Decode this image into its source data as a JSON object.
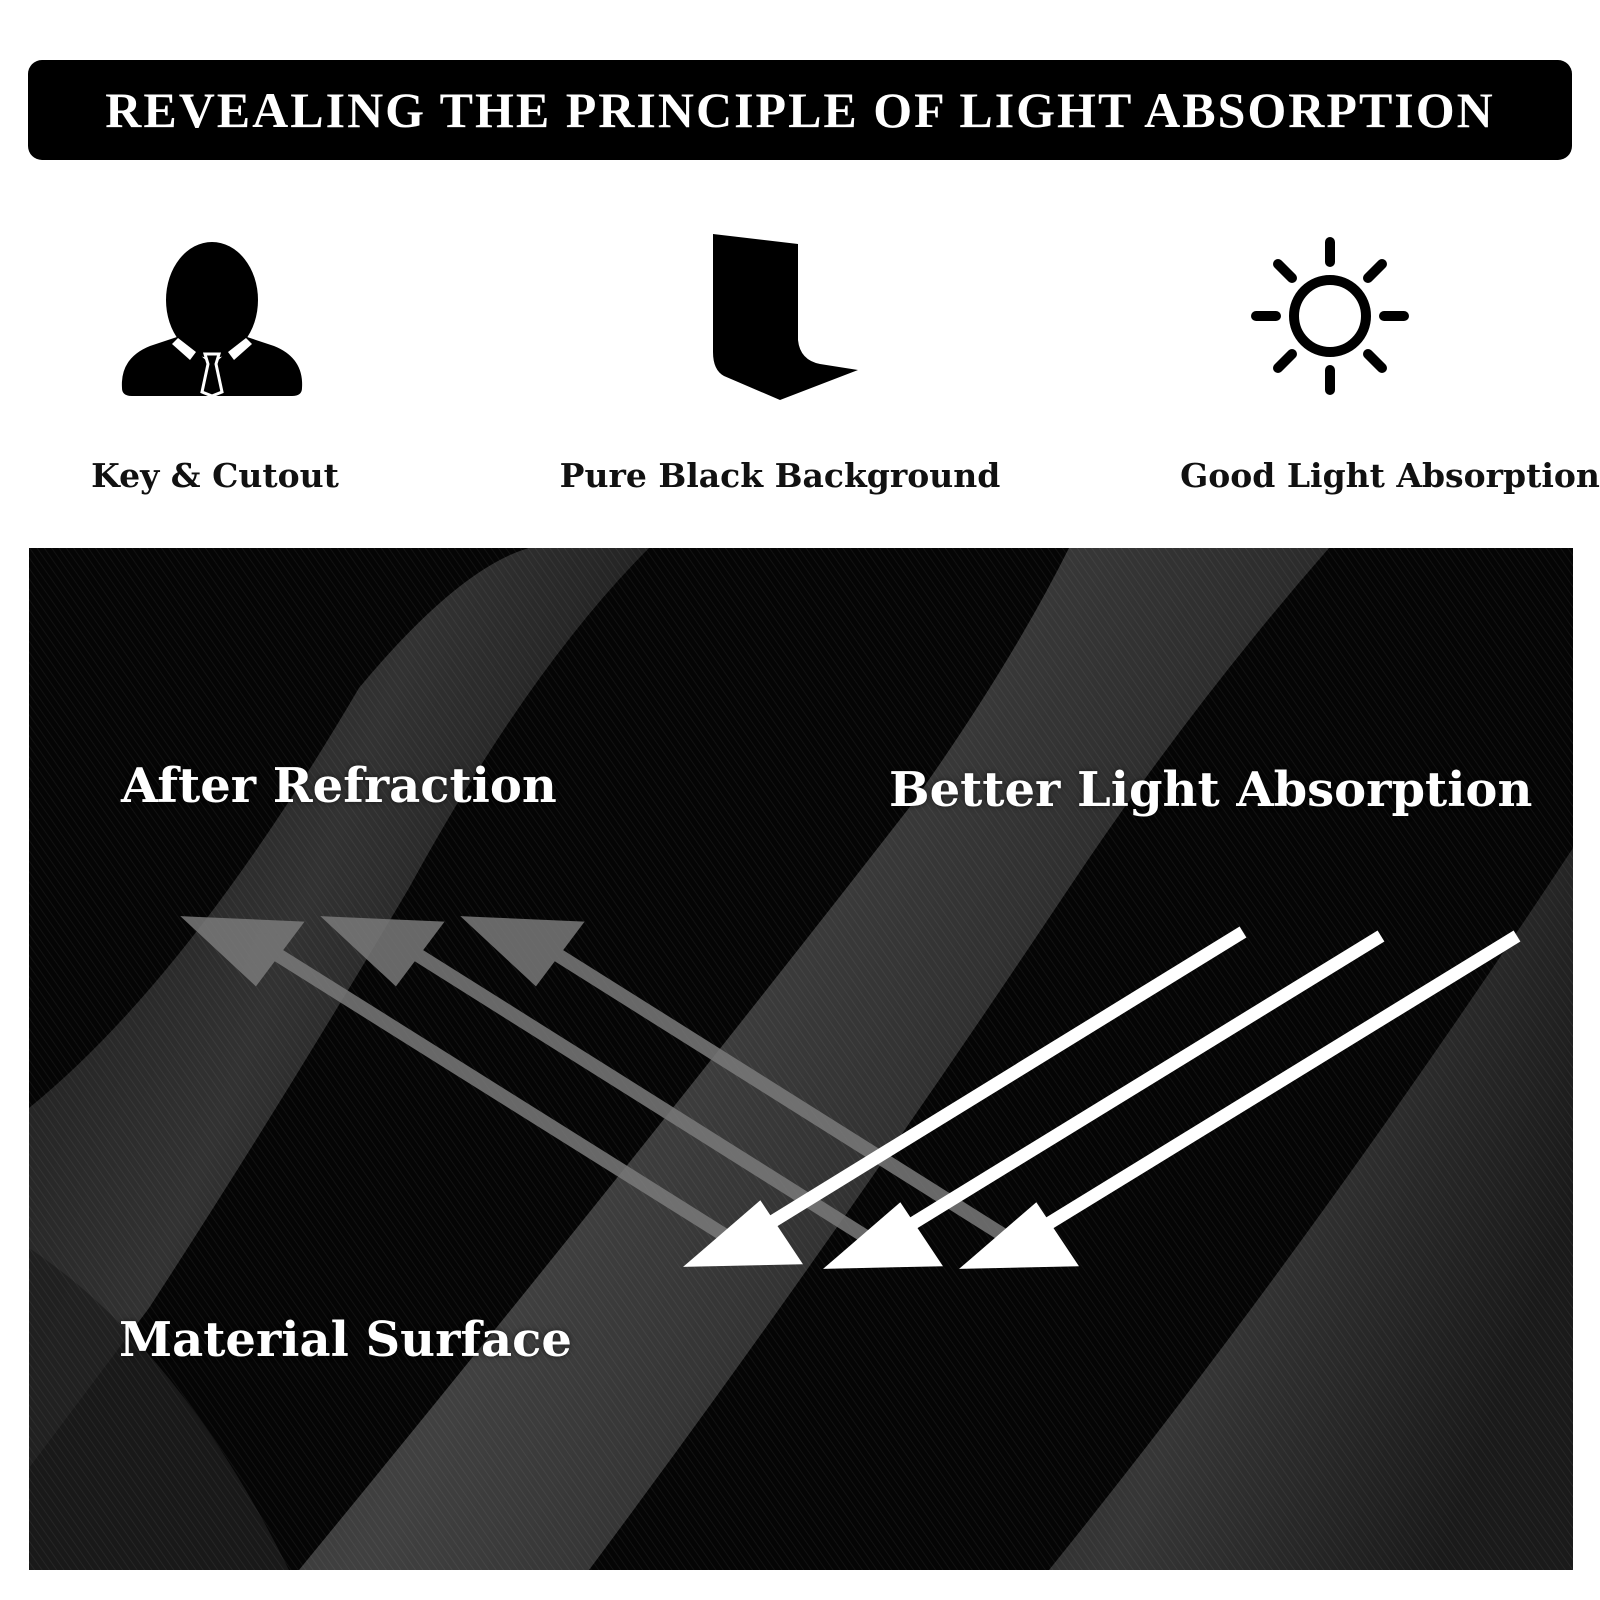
{
  "banner": {
    "title": "REVEALING THE PRINCIPLE OF LIGHT ABSORPTION"
  },
  "features": [
    {
      "icon": "person-icon",
      "label": "Key & Cutout"
    },
    {
      "icon": "backdrop-icon",
      "label": "Pure Black Background"
    },
    {
      "icon": "sun-icon",
      "label": "Good Light Absorption"
    }
  ],
  "diagram": {
    "after_refraction": "After Refraction",
    "better_absorption": "Better Light Absorption",
    "material_surface": "Material Surface",
    "incoming_arrow_color": "#ffffff",
    "refracted_arrow_color": "#7a7a7a"
  },
  "colors": {
    "banner_bg": "#000000",
    "fabric_bg": "#050505",
    "text_light": "#ffffff",
    "text_dark": "#111111"
  }
}
